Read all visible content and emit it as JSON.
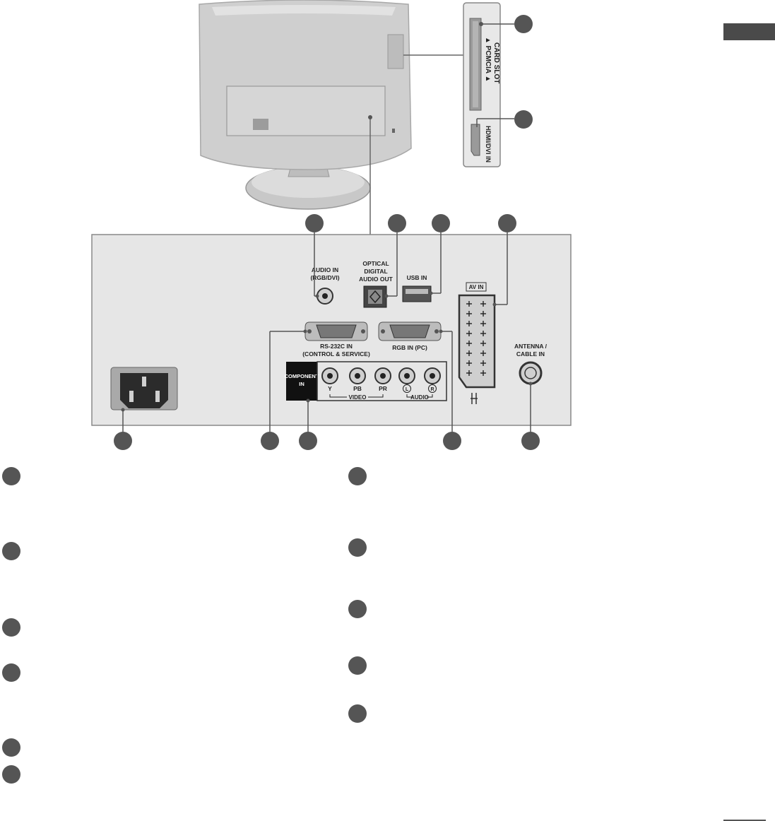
{
  "labels": {
    "pcmcia": "▲ PCMCIA ▲",
    "card_slot": "CARD SLOT",
    "hdmi_dvi_in": "HDMI/DVI IN",
    "audio_in_line1": "AUDIO IN",
    "audio_in_line2": "(RGB/DVI)",
    "optical_line1": "OPTICAL",
    "optical_line2": "DIGITAL",
    "optical_line3": "AUDIO OUT",
    "usb_in": "USB IN",
    "av_in": "AV IN",
    "rs232_line1": "RS-232C IN",
    "rs232_line2": "(CONTROL & SERVICE)",
    "rgb_in": "RGB IN (PC)",
    "component_line1": "COMPONENT",
    "component_line2": "IN",
    "comp_y": "Y",
    "comp_pb": "PB",
    "comp_pr": "PR",
    "comp_l": "L",
    "comp_r": "R",
    "video": "VIDEO",
    "audio": "AUDIO",
    "antenna_line1": "ANTENNA /",
    "antenna_line2": "CABLE IN"
  },
  "colors": {
    "callout": "#555555",
    "tv_body": "#cfcfcf",
    "panel": "#e6e6e6",
    "component_block": "#111111"
  }
}
